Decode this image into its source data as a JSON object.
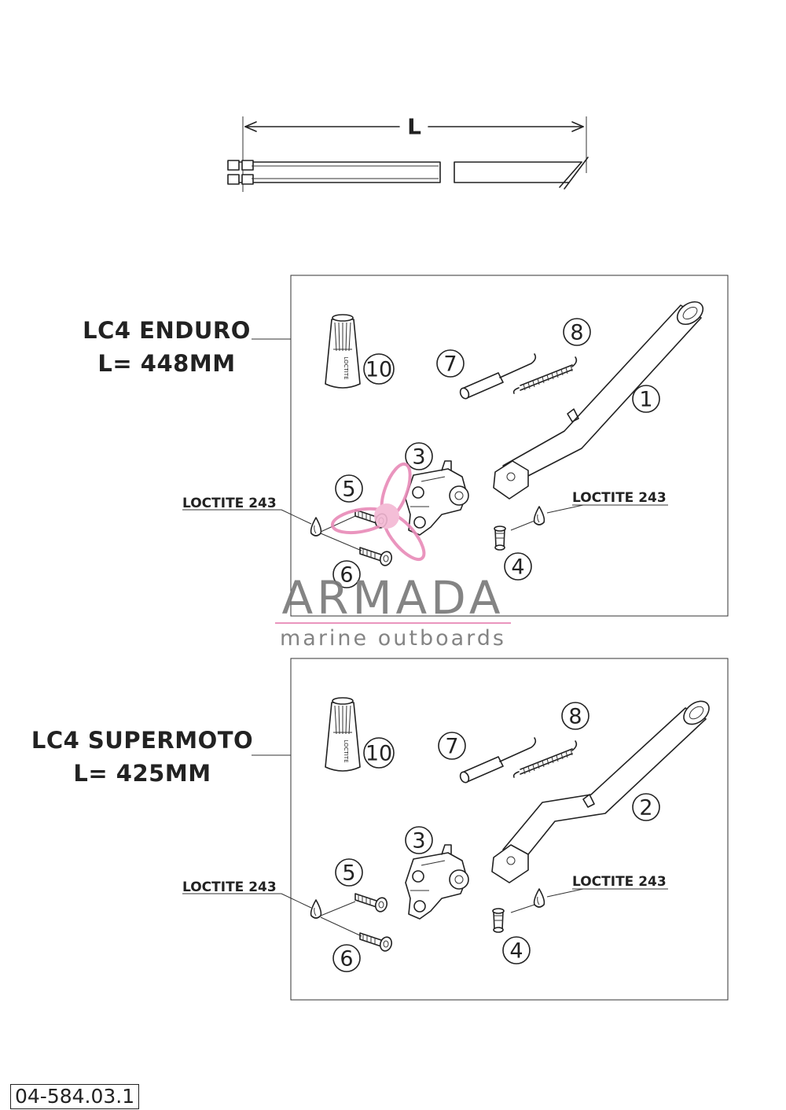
{
  "dimension": {
    "label": "L"
  },
  "panels": [
    {
      "model": "LC4 ENDURO",
      "length": "L= 448MM",
      "callouts": [
        "1",
        "3",
        "4",
        "5",
        "6",
        "7",
        "8",
        "10"
      ],
      "loctite_left": "LOCTITE 243",
      "loctite_right": "LOCTITE 243"
    },
    {
      "model": "LC4 SUPERMOTO",
      "length": "L= 425MM",
      "callouts": [
        "2",
        "3",
        "4",
        "5",
        "6",
        "7",
        "8",
        "10"
      ],
      "loctite_left": "LOCTITE 243",
      "loctite_right": "LOCTITE 243"
    }
  ],
  "watermark": {
    "brand": "ARMADA",
    "tagline": "marine outboards"
  },
  "doc_number": "04-584.03.1",
  "colors": {
    "line": "#222222",
    "watermark_grey": "#777777",
    "watermark_pink": "#e88ab8"
  }
}
